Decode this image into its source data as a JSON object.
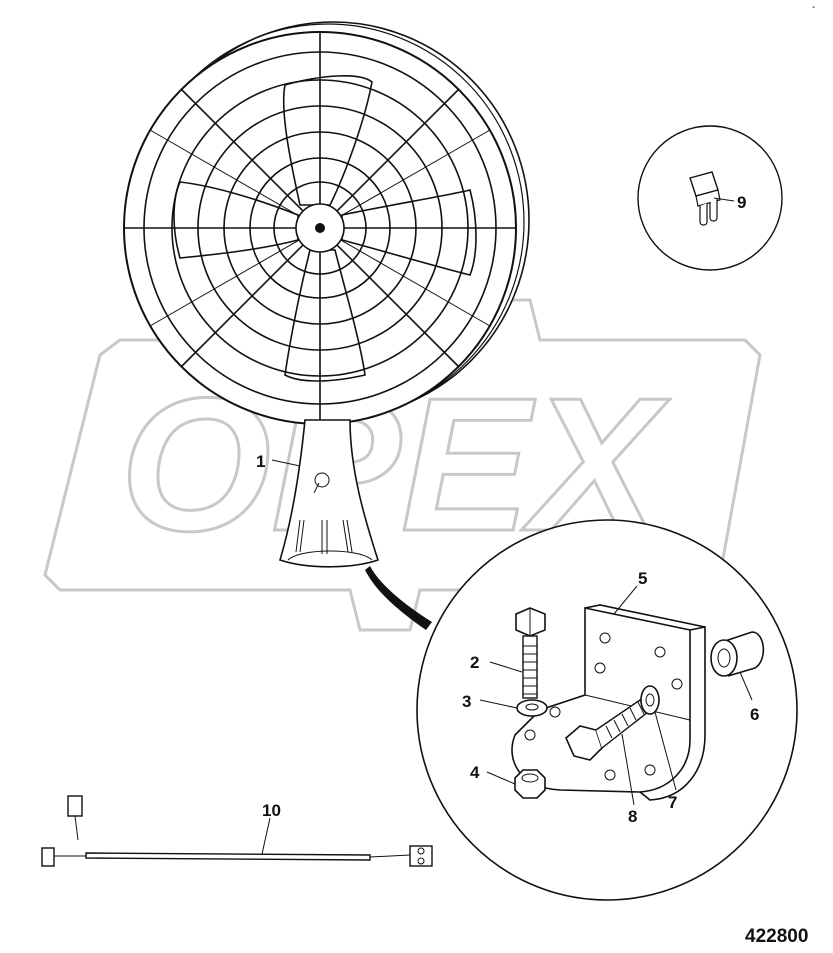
{
  "watermark": {
    "text": "OPEX",
    "color": "#c8c8c8"
  },
  "document_number": "422800",
  "corner_mark": "-",
  "callouts": [
    {
      "id": "c1",
      "label": "1"
    },
    {
      "id": "c2",
      "label": "2"
    },
    {
      "id": "c3",
      "label": "3"
    },
    {
      "id": "c4",
      "label": "4"
    },
    {
      "id": "c5",
      "label": "5"
    },
    {
      "id": "c6",
      "label": "6"
    },
    {
      "id": "c7",
      "label": "7"
    },
    {
      "id": "c8",
      "label": "8"
    },
    {
      "id": "c9",
      "label": "9"
    },
    {
      "id": "c10",
      "label": "10"
    }
  ]
}
